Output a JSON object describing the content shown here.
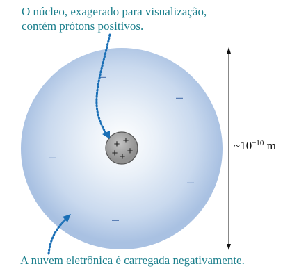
{
  "captions": {
    "nucleus_line1": "O núcleo, exagerado para visualização,",
    "nucleus_line2": "contém prótons positivos.",
    "cloud": "A nuvem eletrônica é carregada negativamente."
  },
  "scale": {
    "prefix": "~10",
    "exponent": "−10",
    "unit": " m"
  },
  "symbols": {
    "electron": "–",
    "proton": "+"
  },
  "colors": {
    "caption": "#1b7f8c",
    "arrow": "#1a6fb6",
    "cloud_edge": "#a9c1e2",
    "nucleus": "#9a9a9a"
  }
}
